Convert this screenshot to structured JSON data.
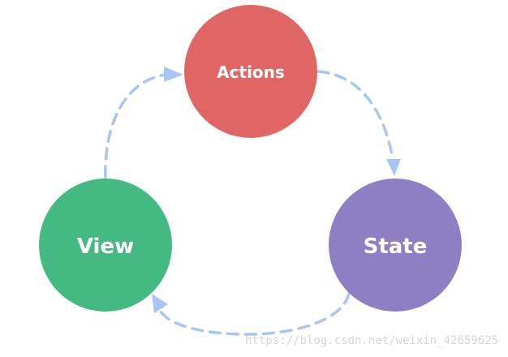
{
  "diagram": {
    "nodes": {
      "actions": {
        "label": "Actions",
        "color": "#e06666"
      },
      "state": {
        "label": "State",
        "color": "#8e7fc4"
      },
      "view": {
        "label": "View",
        "color": "#44ba82"
      }
    },
    "edge_color": "#a8c6f2",
    "edges": [
      {
        "from": "Actions",
        "to": "State"
      },
      {
        "from": "State",
        "to": "View"
      },
      {
        "from": "View",
        "to": "Actions"
      }
    ]
  },
  "watermark": {
    "text": "https://blog.csdn.net/weixin_42659625"
  }
}
